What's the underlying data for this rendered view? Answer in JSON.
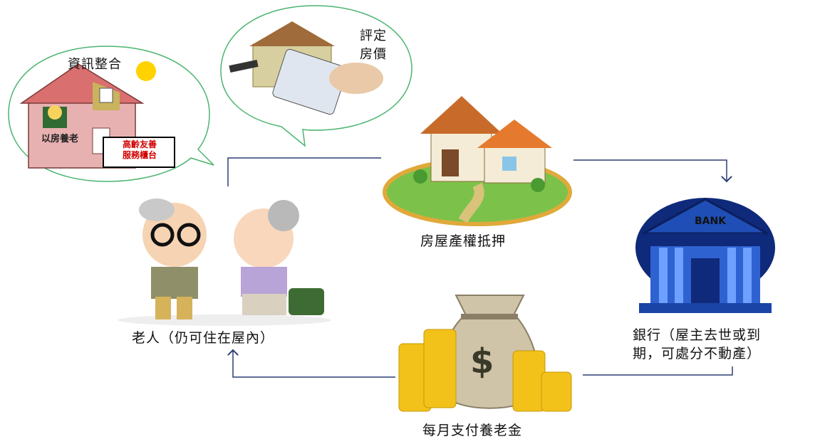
{
  "bubble_info": {
    "title": "資訊整合",
    "house_sign": "以房養老",
    "counter_line1": "高齡友善",
    "counter_line2": "服務櫃台"
  },
  "bubble_price": {
    "line1": "評定",
    "line2": "房價"
  },
  "house": {
    "label": "房屋產權抵押"
  },
  "elderly": {
    "label": "老人（仍可住在屋內）"
  },
  "bank": {
    "sign": "BANK",
    "line1": "銀行（屋主去世或到",
    "line2": "期，可處分不動產）"
  },
  "money": {
    "label": "每月支付養老金",
    "symbol": "$"
  }
}
